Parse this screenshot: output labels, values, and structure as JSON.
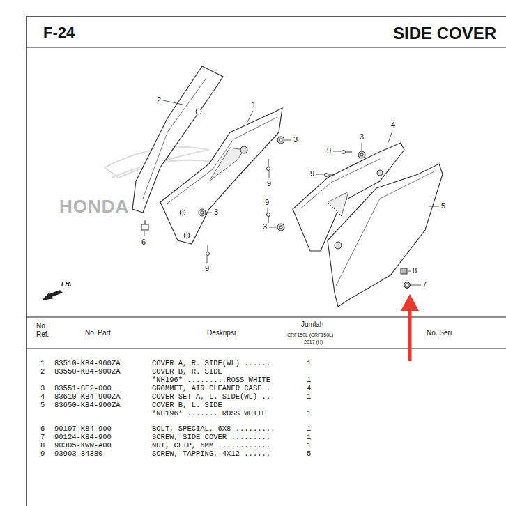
{
  "diagram": {
    "title": "SIDE COVER",
    "labels": [
      "F-24",
      "2",
      "1",
      "3",
      "9",
      "3",
      "6",
      "9",
      "4",
      "3",
      "9",
      "9",
      "9",
      "3",
      "5",
      "8",
      "7",
      "FR.",
      "HONDA",
      "No. Ref.",
      "No. Part",
      "Deskripsi",
      "Jumlah",
      "CRF150L (CRF150L)",
      "2017 (H)",
      "No. Seri",
      "1",
      "83510-K84-900ZA",
      "COVER A, R. SIDE(WL) ......",
      "1",
      "2",
      "83550-K84-900ZA",
      "COVER B, R. SIDE",
      "*NH196* .........ROSS WHITE",
      "1",
      "3",
      "83551-GE2-000",
      "GROMMET, AIR CLEANER CASE .",
      "4",
      "4",
      "83610-K84-900ZA",
      "COVER SET A, L. SIDE(WL) ..",
      "1",
      "5",
      "83650-K84-900ZA",
      "COVER B, L. SIDE",
      "*NH196* ........ROSS WHITE",
      "1",
      "6",
      "90107-K84-900",
      "BOLT, SPECIAL, 6X8 .........",
      "1",
      "7",
      "90124-K84-900",
      "SCREW, SIDE COVER .........",
      "1",
      "8",
      "90305-KWW-A00",
      "NUT, CLIP, 6MM ............",
      "1",
      "9",
      "93903-34380",
      "SCREW, TAPPING, 4X12 ......",
      "5"
    ]
  }
}
